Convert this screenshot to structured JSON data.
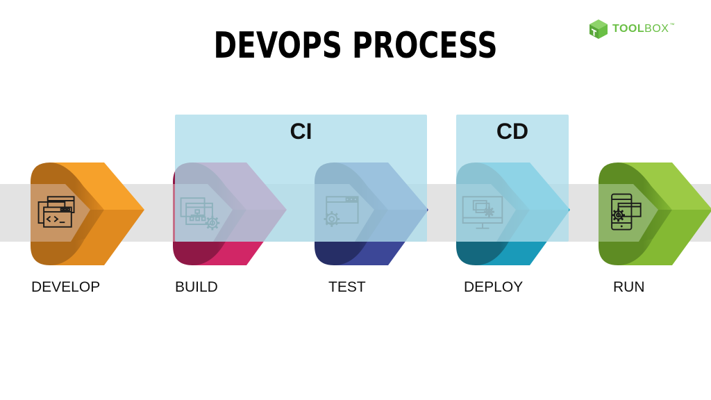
{
  "title": "DEVOPS PROCESS",
  "logo": {
    "bold": "TOOL",
    "rest": "BOX",
    "tm": "™",
    "color": "#6abf45"
  },
  "groups": [
    {
      "label": "CI",
      "spans": [
        "build",
        "test"
      ]
    },
    {
      "label": "CD",
      "spans": [
        "deploy"
      ]
    }
  ],
  "stages": [
    {
      "id": "develop",
      "label": "DEVELOP",
      "icon": "code-windows-icon",
      "colors": {
        "light": "#f6a12b",
        "dark": "#e08a1f",
        "shade": "#b06a18",
        "inner": "#c99868"
      }
    },
    {
      "id": "build",
      "label": "BUILD",
      "icon": "build-sitemap-gear-icon",
      "colors": {
        "light": "#ec3a7f",
        "dark": "#d12666",
        "shade": "#8f1846",
        "inner": "#c7738c"
      }
    },
    {
      "id": "test",
      "label": "TEST",
      "icon": "window-gear-icon",
      "colors": {
        "light": "#5a66b3",
        "dark": "#3c4797",
        "shade": "#262e66",
        "inner": "#7c7aa3"
      }
    },
    {
      "id": "deploy",
      "label": "DEPLOY",
      "icon": "monitor-deploy-icon",
      "colors": {
        "light": "#22b3d6",
        "dark": "#1a9ab9",
        "shade": "#14687e",
        "inner": "#6a9aa8"
      }
    },
    {
      "id": "run",
      "label": "RUN",
      "icon": "mobile-gear-icon",
      "colors": {
        "light": "#9cca45",
        "dark": "#84b933",
        "shade": "#5e8c23",
        "inner": "#8fb56a"
      }
    }
  ]
}
